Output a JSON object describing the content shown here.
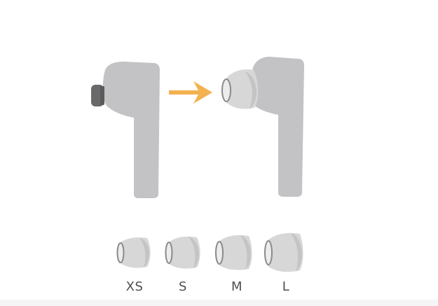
{
  "sizes": [
    {
      "label": "XS"
    },
    {
      "label": "S"
    },
    {
      "label": "M"
    },
    {
      "label": "L"
    }
  ],
  "colors": {
    "earbud_body": "#c3c3c6",
    "eartip": "#d7d7d8",
    "eartip_shade": "#c4c4c5",
    "eartip_nozzle": "#ececec",
    "nozzle_dark": "#696969",
    "arrow": "#f3b24f",
    "label_text": "#4f4f4f"
  },
  "icons": {
    "arrow": "right-arrow-icon"
  }
}
